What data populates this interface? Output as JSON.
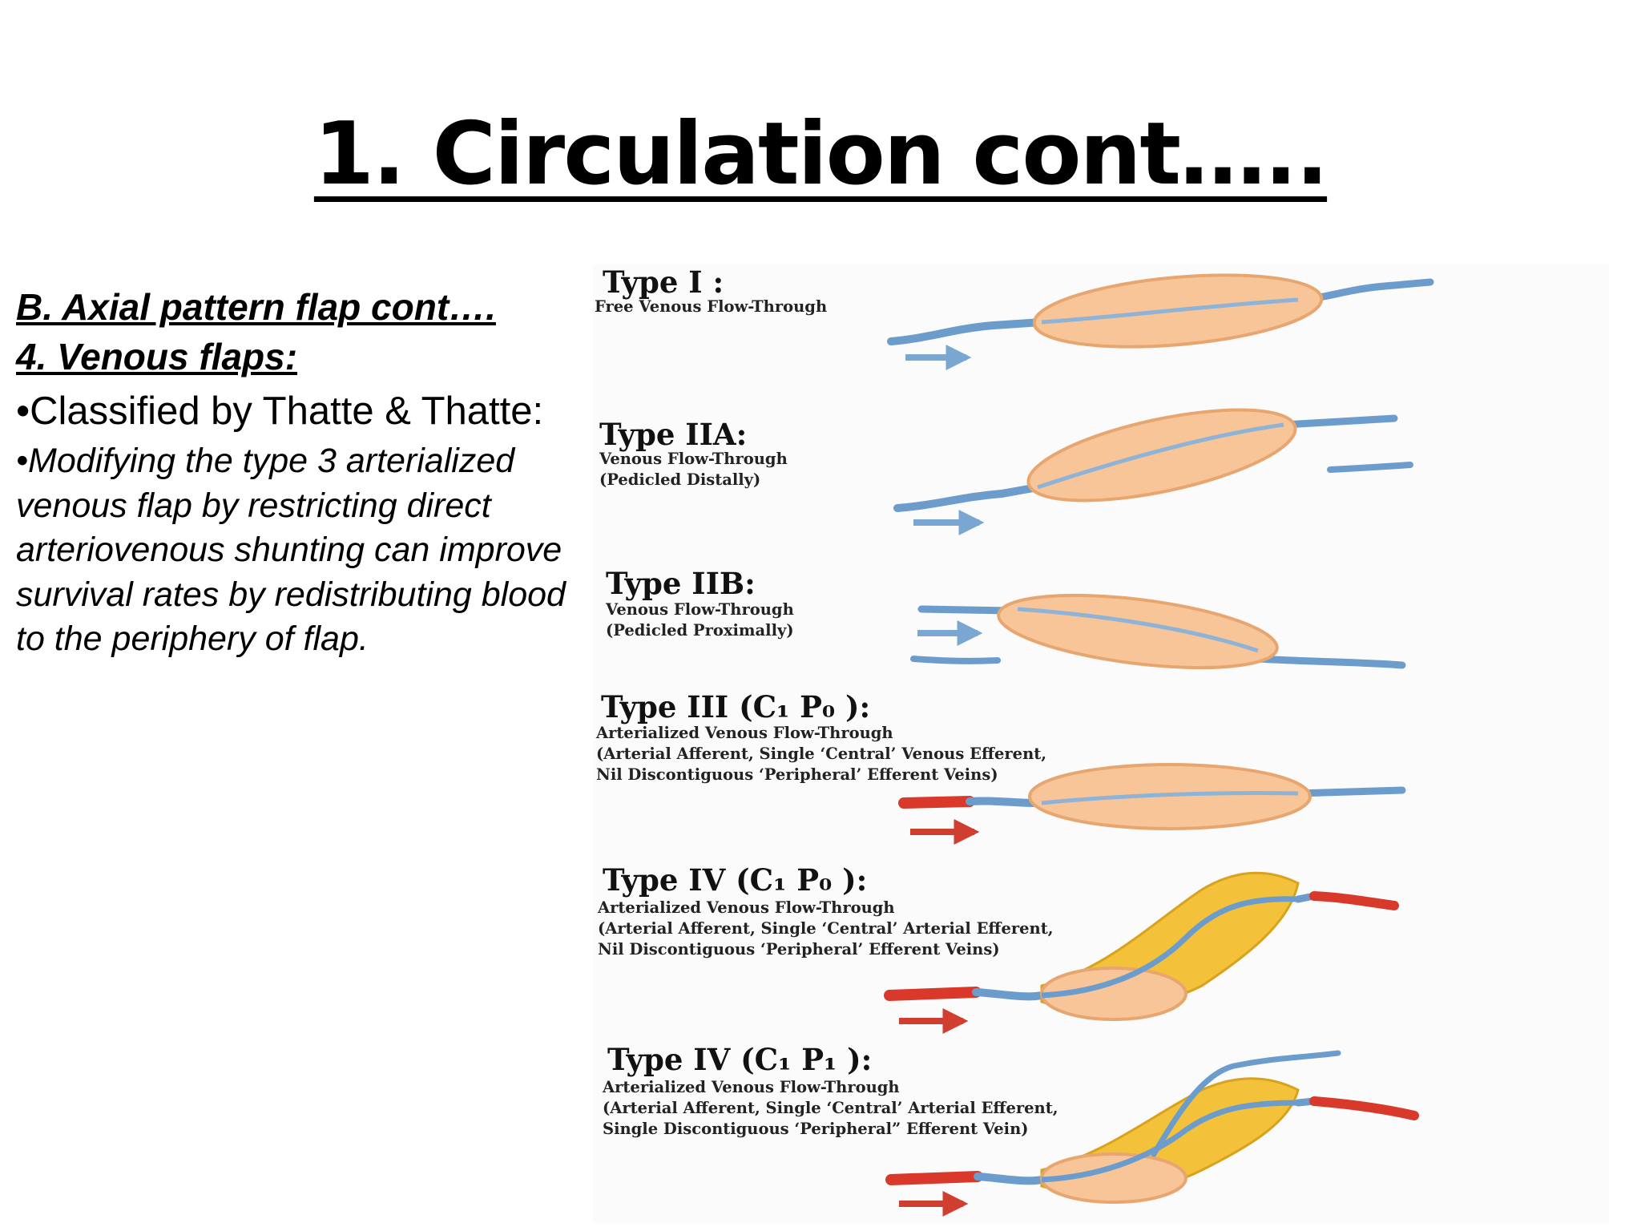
{
  "slide": {
    "title": "1. Circulation cont…..",
    "subheading_1": "B. Axial pattern flap cont….",
    "subheading_2": "4. Venous flaps:",
    "bullet_1": "•Classified by Thatte & Thatte:",
    "bullet_2": "•Modifying the type 3 arterialized venous flap by restricting direct arteriovenous shunting can improve survival rates by redistributing blood to the periphery of flap."
  },
  "figure": {
    "types": [
      {
        "label": "Type I :",
        "desc": [
          "Free Venous Flow-Through"
        ]
      },
      {
        "label": "Type IIA:",
        "desc": [
          "Venous Flow-Through",
          "(Pedicled Distally)"
        ]
      },
      {
        "label": "Type IIB:",
        "desc": [
          "Venous Flow-Through",
          "(Pedicled Proximally)"
        ]
      },
      {
        "label": "Type III (C₁ P₀ ):",
        "desc": [
          "Arterialized Venous Flow-Through",
          "(Arterial Afferent, Single ‘Central’ Venous Efferent,",
          "Nil Discontiguous ‘Peripheral’ Efferent Veins)"
        ]
      },
      {
        "label": "Type IV (C₁ P₀ ):",
        "desc": [
          "Arterialized Venous Flow-Through",
          "(Arterial Afferent, Single ‘Central’ Arterial Efferent,",
          "Nil Discontiguous ‘Peripheral’ Efferent Veins)"
        ]
      },
      {
        "label": "Type IV (C₁ P₁ ):",
        "desc": [
          "Arterialized Venous Flow-Through",
          "(Arterial Afferent, Single ‘Central’ Arterial Efferent,",
          "Single Discontiguous ‘Peripheral” Efferent Vein)"
        ]
      }
    ],
    "colors": {
      "flap_skin": "#f8c598",
      "flap_edge": "#e7a66f",
      "fat": "#f3c23a",
      "vein": "#6c9ccc",
      "vein_edge": "#3e6f9f",
      "artery": "#d8392b",
      "arrow_blue": "#7aa7d1",
      "arrow_red": "#cf3e2f"
    }
  }
}
